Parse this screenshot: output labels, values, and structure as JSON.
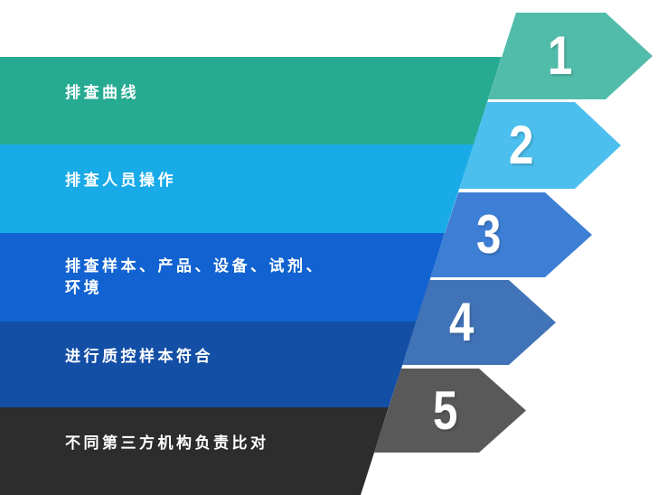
{
  "diagram": {
    "kind": "funnel-process-steps",
    "text_color": "#ffffff",
    "background_color": "#ffffff",
    "steps": [
      {
        "number": "1",
        "label": "排查曲线",
        "bar_color": "#26ab92",
        "arrow_color": "#52bcaa"
      },
      {
        "number": "2",
        "label": "排查人员操作",
        "bar_color": "#19aae8",
        "arrow_color": "#4cbfee"
      },
      {
        "number": "3",
        "label": "排查样本、产品、设备、试剂、\n环境",
        "bar_color": "#1263d1",
        "arrow_color": "#3e7fd6"
      },
      {
        "number": "4",
        "label": "进行质控样本符合",
        "bar_color": "#144fa6",
        "arrow_color": "#4173b8"
      },
      {
        "number": "5",
        "label": "不同第三方机构负责比对",
        "bar_color": "#2d2d2d",
        "arrow_color": "#595959"
      }
    ]
  }
}
